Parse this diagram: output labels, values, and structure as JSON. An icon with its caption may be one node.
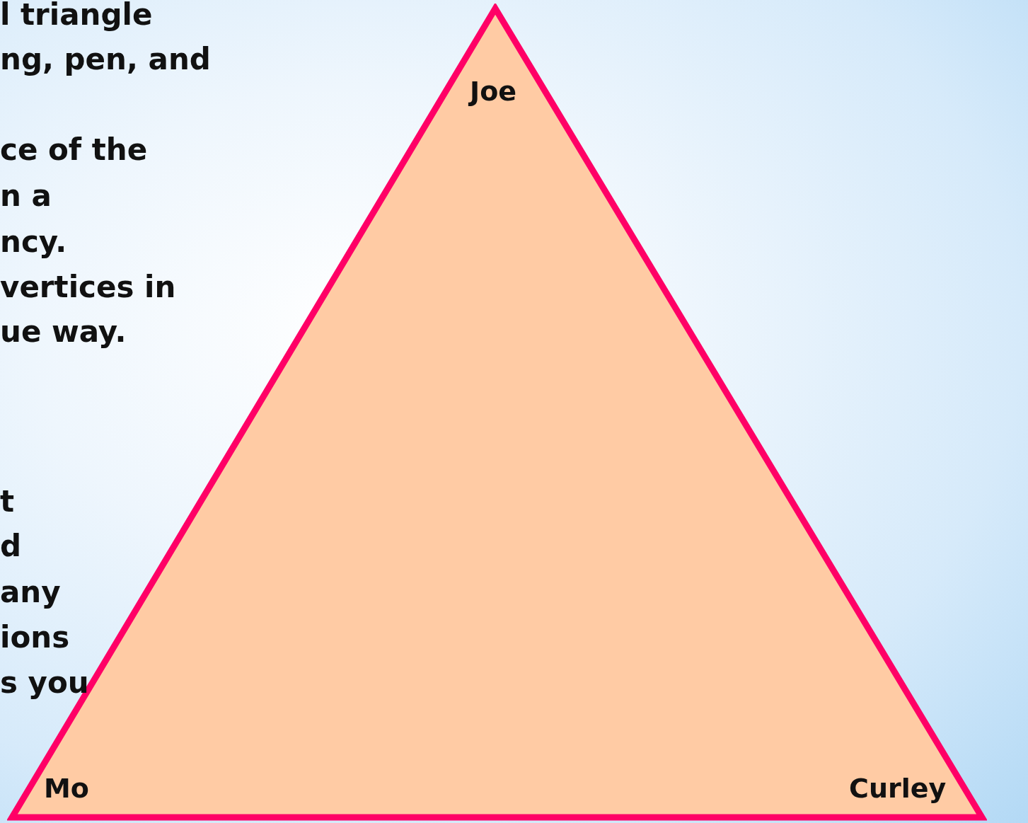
{
  "diagram": {
    "nodes": [
      {
        "text": [
          "Joe",
          "Mo",
          "Curley"
        ]
      }
    ],
    "labels": [
      "l triangle",
      "ng, pen, and",
      "ce of the",
      "n a",
      "ncy.",
      "vertices in",
      "ue way.",
      "t",
      "d",
      "any",
      "ions",
      "s you"
    ]
  }
}
